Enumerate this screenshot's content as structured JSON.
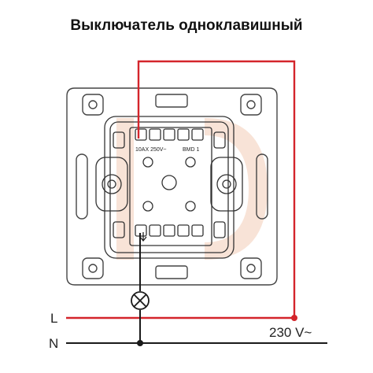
{
  "title": "Выключатель одноклавишный",
  "switch_labels": {
    "rating": "10AX 250V~",
    "model": "BMD 1"
  },
  "lines": {
    "l_label": "L",
    "n_label": "N",
    "voltage": "230 V~"
  },
  "colors": {
    "live_wire": "#d4252b",
    "neutral_wire": "#1a1a1a",
    "outline": "#333333",
    "watermark": "#f6d9c9"
  },
  "icons": [
    "lamp-icon",
    "arrow-down-icon"
  ]
}
